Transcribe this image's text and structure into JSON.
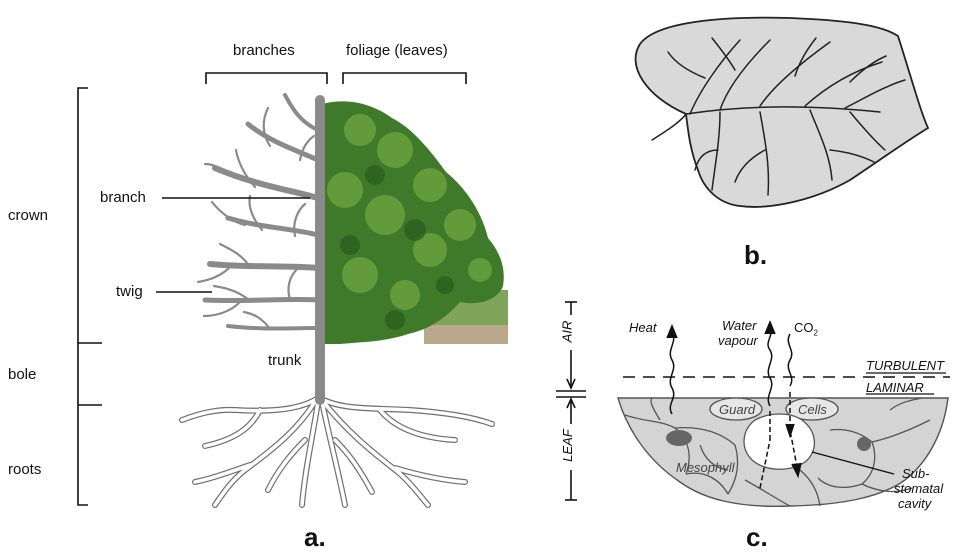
{
  "panel_a": {
    "caption": "a.",
    "top_labels": {
      "branches": "branches",
      "foliage": "foliage (leaves)"
    },
    "left_labels": {
      "crown": "crown",
      "bole": "bole",
      "roots": "roots"
    },
    "callouts": {
      "branch": "branch",
      "twig": "twig",
      "trunk": "trunk"
    },
    "colors": {
      "wood": "#8a8a8a",
      "roots": "#c9c9c9",
      "foliage": "#3f7a2a",
      "foliage_light": "#6aa13f"
    }
  },
  "panel_b": {
    "caption": "b.",
    "colors": {
      "leaf_fill": "#d9d9d9",
      "leaf_stroke": "#222222"
    }
  },
  "panel_c": {
    "caption": "c.",
    "heat": "Heat",
    "water_line1": "Water",
    "water_line2": "vapour",
    "co2": "CO",
    "co2_sub": "2",
    "turbulent": "TURBULENT",
    "laminar": "LAMINAR",
    "air": "AIR",
    "leaf": "LEAF",
    "guard": "Guard",
    "cells": "Cells",
    "mesophyll": "Mesophyll",
    "cavity_line1": "Sub-",
    "cavity_line2": "stomatal",
    "cavity_line3": "cavity",
    "colors": {
      "tissue": "#d4d4d4",
      "cell_stroke": "#555555",
      "nucleus": "#666666"
    }
  }
}
